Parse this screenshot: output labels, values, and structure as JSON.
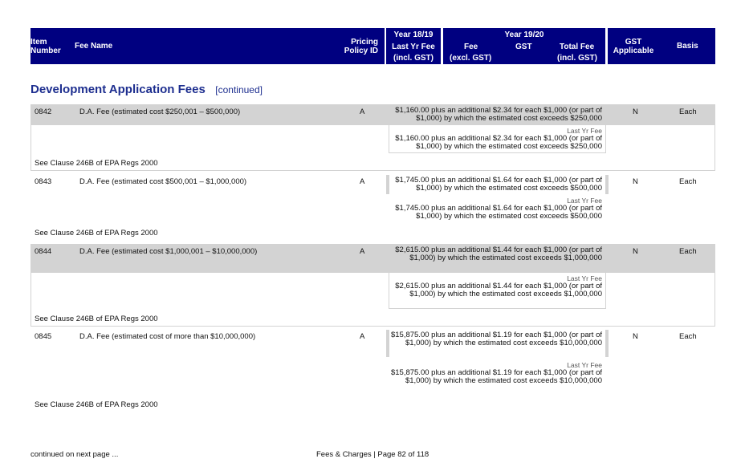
{
  "header": {
    "item_number_1": "Item",
    "item_number_2": "Number",
    "fee_name": "Fee Name",
    "pricing_1": "Pricing",
    "pricing_2": "Policy ID",
    "year1819": "Year 18/19",
    "last_yr_fee": "Last Yr Fee",
    "incl_gst": "(incl. GST)",
    "year1920": "Year 19/20",
    "fee": "Fee",
    "excl_gst": "(excl. GST)",
    "gst": "GST",
    "total_fee": "Total Fee",
    "total_incl_gst": "(incl. GST)",
    "gst_applicable_1": "GST",
    "gst_applicable_2": "Applicable",
    "basis": "Basis"
  },
  "section": {
    "title": "Development Application Fees",
    "continued": "[continued]"
  },
  "rows": [
    {
      "item": "0842",
      "name": "D.A. Fee (estimated cost  $250,001 – $500,000)",
      "policy": "A",
      "fee": "$1,160.00 plus an additional $2.34 for each $1,000 (or part of $1,000) by which the estimated cost exceeds $250,000",
      "last_yr_label": "Last Yr Fee",
      "last_yr_fee": "$1,160.00 plus an additional $2.34 for each $1,000 (or part of $1,000) by which the estimated cost exceeds $250,000",
      "gst": "N",
      "basis": "Each",
      "note": "See Clause 246B of EPA Regs 2000"
    },
    {
      "item": "0843",
      "name": "D.A. Fee (estimated cost  $500,001 – $1,000,000)",
      "policy": "A",
      "fee": "$1,745.00 plus an additional $1.64 for each $1,000 (or part of $1,000) by which the estimated cost exceeds $500,000",
      "last_yr_label": "Last Yr Fee",
      "last_yr_fee": "$1,745.00 plus an additional $1.64 for each $1,000 (or part of $1,000) by which the estimated cost exceeds $500,000",
      "gst": "N",
      "basis": "Each",
      "note": "See Clause 246B of EPA Regs 2000"
    },
    {
      "item": "0844",
      "name": "D.A. Fee (estimated cost  $1,000,001 – $10,000,000)",
      "policy": "A",
      "fee": "$2,615.00 plus an additional $1.44 for each $1,000 (or part of $1,000) by which the estimated cost exceeds $1,000,000",
      "last_yr_label": "Last Yr Fee",
      "last_yr_fee": "$2,615.00 plus an additional $1.44 for each $1,000 (or part of $1,000) by which the estimated cost exceeds $1,000,000",
      "gst": "N",
      "basis": "Each",
      "note": "See Clause 246B of EPA Regs 2000"
    },
    {
      "item": "0845",
      "name": "D.A. Fee (estimated cost of more than $10,000,000)",
      "policy": "A",
      "fee": "$15,875.00 plus an additional $1.19 for each $1,000 (or part of $1,000) by which the estimated cost exceeds $10,000,000",
      "last_yr_label": "Last Yr Fee",
      "last_yr_fee": "$15,875.00 plus an additional $1.19 for each $1,000 (or part of $1,000) by which the estimated cost exceeds $10,000,000",
      "gst": "N",
      "basis": "Each",
      "note": "See Clause 246B of EPA Regs 2000"
    }
  ],
  "footer": {
    "continued": "continued on next page ...",
    "page": "Fees & Charges | Page 82 of 118"
  }
}
